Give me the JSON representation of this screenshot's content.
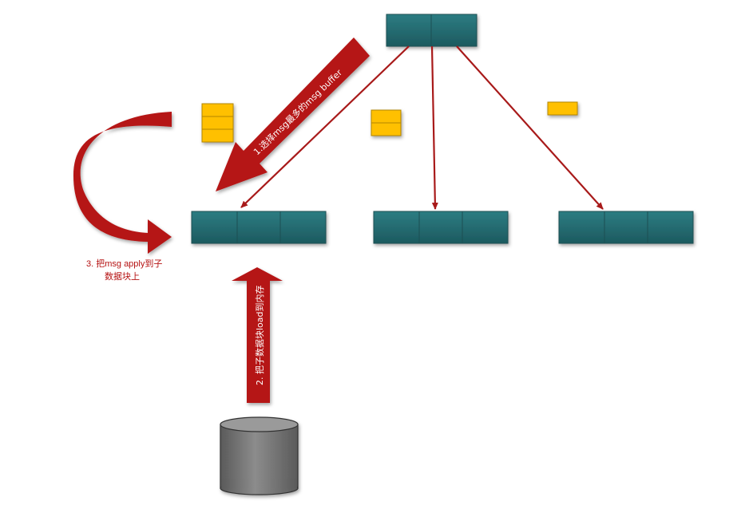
{
  "labels": {
    "step1": "1.选择msg最多的msg buffer",
    "step2": "2. 把子数据块load到内存",
    "step3_line1": "3. 把msg apply到子",
    "step3_line2": "数据块上"
  },
  "colors": {
    "node_fill": "#23696e",
    "node_stroke": "#1b4f53",
    "msg_fill": "#ffc000",
    "msg_stroke": "#b38600",
    "arrow_red": "#b51212",
    "pointer_red": "#a81a1a",
    "disk_fill": "#7f7f7f"
  },
  "buffers": [
    {
      "name": "buffer-left",
      "messages": 3
    },
    {
      "name": "buffer-middle",
      "messages": 2
    },
    {
      "name": "buffer-right",
      "messages": 1
    }
  ]
}
